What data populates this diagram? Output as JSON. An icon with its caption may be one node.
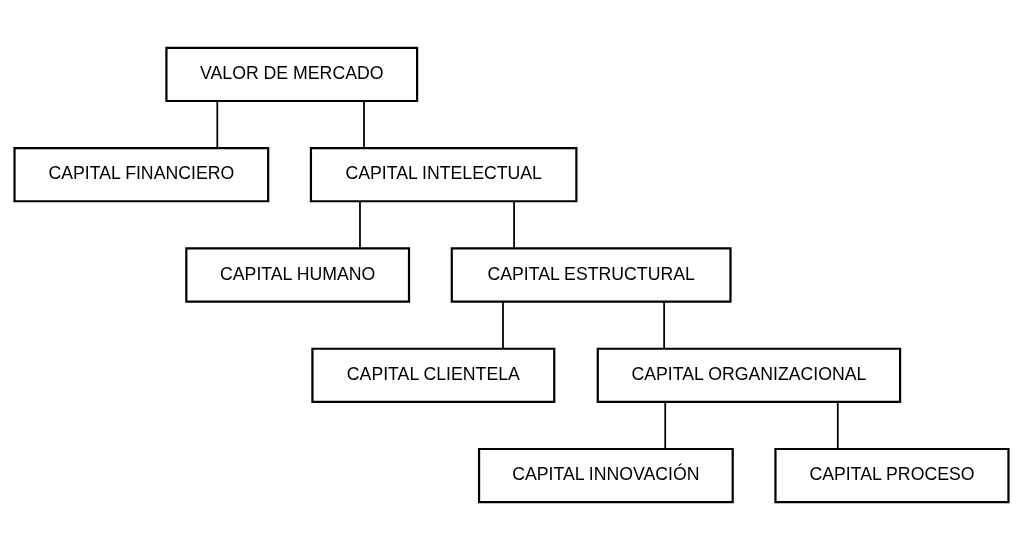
{
  "diagram": {
    "nodes": [
      {
        "text": [
          "VALOR DE MERCADO"
        ]
      },
      {
        "text": [
          "CAPITAL FINANCIERO"
        ]
      },
      {
        "text": [
          "CAPITAL INTELECTUAL"
        ]
      },
      {
        "text": [
          "CAPITAL HUMANO"
        ]
      },
      {
        "text": [
          "CAPITAL ESTRUCTURAL"
        ]
      },
      {
        "text": [
          "CAPITAL CLIENTELA"
        ]
      },
      {
        "text": [
          "CAPITAL ORGANIZACIONAL"
        ]
      },
      {
        "text": [
          "CAPITAL INNOVACIÓN"
        ]
      },
      {
        "text": [
          "CAPITAL PROCESO"
        ]
      }
    ],
    "edges": [
      {
        "from": 0,
        "to": 1,
        "arrow": "none"
      },
      {
        "from": 0,
        "to": 2,
        "arrow": "none"
      },
      {
        "from": 2,
        "to": 3,
        "arrow": "none"
      },
      {
        "from": 2,
        "to": 4,
        "arrow": "none"
      },
      {
        "from": 4,
        "to": 5,
        "arrow": "none"
      },
      {
        "from": 4,
        "to": 6,
        "arrow": "none"
      },
      {
        "from": 6,
        "to": 7,
        "arrow": "none"
      },
      {
        "from": 6,
        "to": 8,
        "arrow": "none"
      }
    ]
  }
}
